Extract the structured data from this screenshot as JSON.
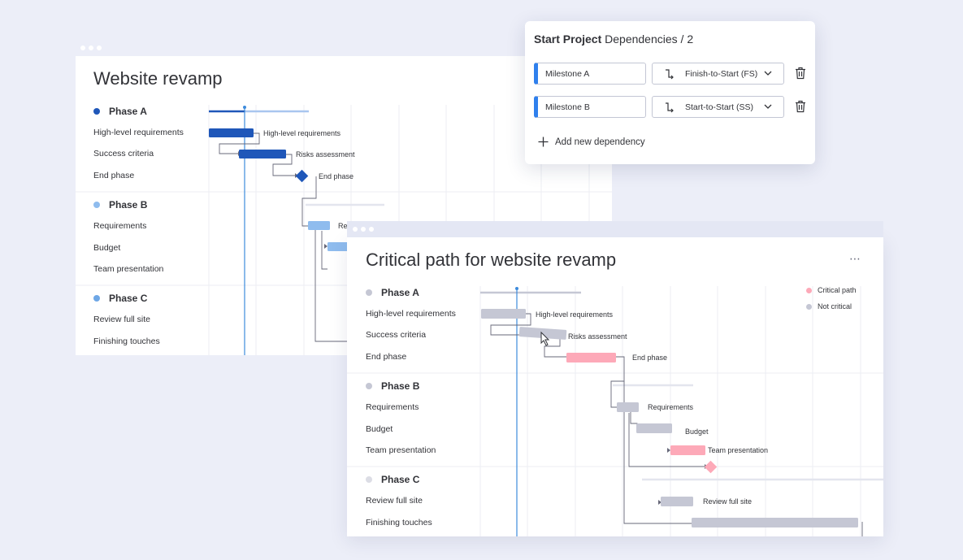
{
  "back_card": {
    "title": "Website revamp",
    "phases": [
      {
        "name": "Phase A",
        "color": "#1f57b9"
      },
      {
        "name": "Phase B",
        "color": "#8fbcee"
      },
      {
        "name": "Phase C",
        "color": "#6ea7e6"
      }
    ],
    "rows": [
      "High-level requirements",
      "Success criteria",
      "End phase",
      "Requirements",
      "Budget",
      "Team presentation",
      "Review full site",
      "Finishing touches"
    ],
    "bar_labels": {
      "high_level": "High-level requirements",
      "risks": "Risks assessment",
      "end_phase": "End phase",
      "requirements_cut": "Re"
    }
  },
  "front_card": {
    "title": "Critical path for website revamp",
    "more_icon": "⋯",
    "legend": [
      {
        "label": "Critical path",
        "color": "#fda9b8"
      },
      {
        "label": "Not critical",
        "color": "#c5c7d4"
      }
    ],
    "phases": [
      {
        "name": "Phase A",
        "color": "#c5c7d4"
      },
      {
        "name": "Phase B",
        "color": "#c5c7d4"
      },
      {
        "name": "Phase C",
        "color": "#dcdde5"
      }
    ],
    "rows": [
      "High-level requirements",
      "Success criteria",
      "End phase",
      "Requirements",
      "Budget",
      "Team presentation",
      "Review full site",
      "Finishing touches"
    ],
    "bar_labels": {
      "high_level": "High-level requirements",
      "risks": "Risks assessment",
      "end_phase": "End phase",
      "requirements": "Requirements",
      "budget": "Budget",
      "team_presentation": "Team presentation",
      "review": "Review full site"
    }
  },
  "popup": {
    "title_bold": "Start Project",
    "title_rest": " Dependencies / 2",
    "dependencies": [
      {
        "name": "Milestone A",
        "type": "Finish-to-Start (FS)"
      },
      {
        "name": "Milestone B",
        "type": "Start-to-Start (SS)"
      }
    ],
    "add_label": "Add new dependency"
  },
  "colors": {
    "accent_blue": "#2f80ed",
    "bar_dark": "#1f57b9",
    "bar_light": "#8fbcee",
    "critical": "#fda9b8",
    "not_critical": "#c5c7d4",
    "today_line": "#3d8bdc"
  }
}
